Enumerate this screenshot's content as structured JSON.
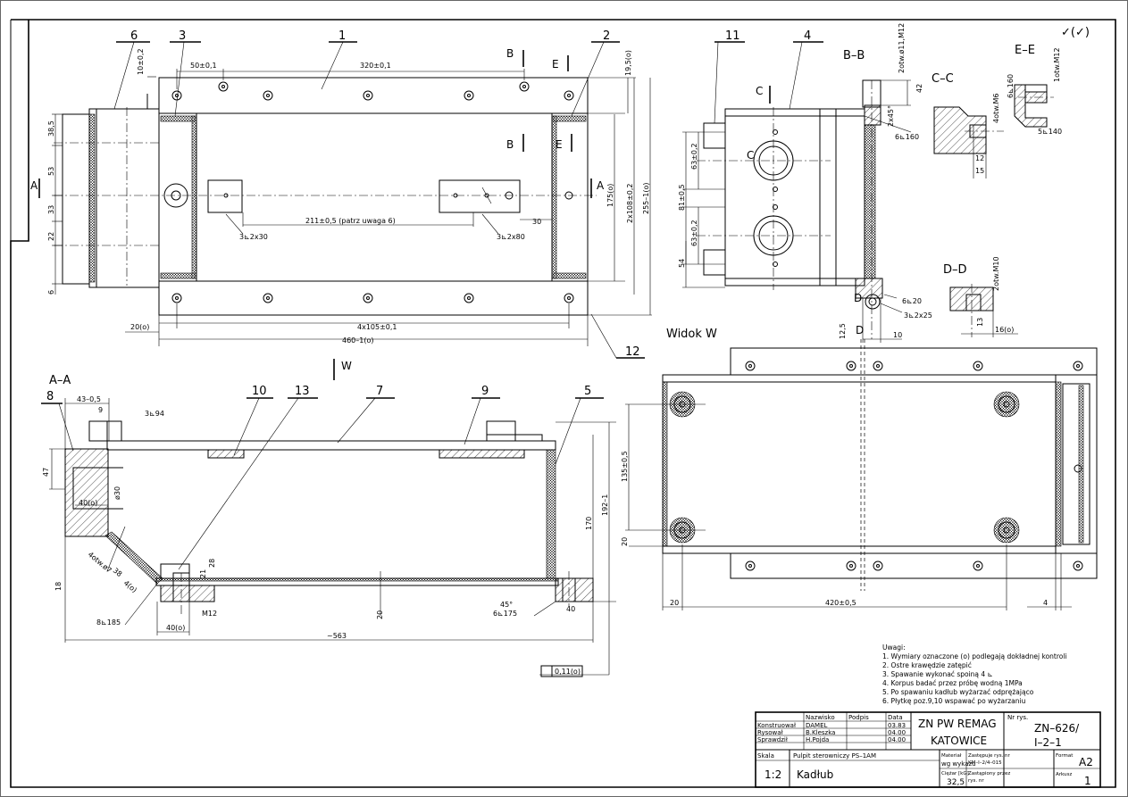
{
  "roughness": "✓(✓)",
  "views": {
    "aa": "A–A",
    "bb": "B–B",
    "cc": "C–C",
    "dd": "D–D",
    "ee": "E–E",
    "w": "Widok  W"
  },
  "cut_marks": {
    "a": "A",
    "b": "B",
    "c": "C",
    "d": "D",
    "e": "E",
    "w": "W"
  },
  "parts": [
    "1",
    "2",
    "3",
    "4",
    "5",
    "6",
    "7",
    "8",
    "9",
    "10",
    "11",
    "12",
    "13"
  ],
  "dims": {
    "d50": "50±0,1",
    "d320": "320±0,1",
    "d10": "10±0,2",
    "d19": "19,5(o)",
    "d385": "38,5",
    "d53": "53",
    "d33": "33",
    "d22": "22",
    "d6": "6",
    "d175": "175(o)",
    "d2x108": "2x108±0,2",
    "d255": "255–1(o)",
    "d211": "211±0,5 (patrz uwaga 6)",
    "w3x30": "3⊾2x30",
    "w3x80": "3⊾2x80",
    "d30": "30",
    "d20o": "20(o)",
    "d4x105": "4x105±0,1",
    "d460": "460–1(o)",
    "d43": "43–0,5",
    "d9": "9",
    "w394": "3⊾94",
    "d47": "47",
    "d40o": "40(o)",
    "d30f": "ø30",
    "d4otw": "4otw.ø7",
    "d38": "38",
    "d4o": "4(o)",
    "d18": "18",
    "w8185": "8⊾185",
    "d40o2": "40(o)",
    "m12": "M12",
    "d28": "28",
    "d21": "21",
    "d20": "20",
    "d563": "~563",
    "d45": "45°",
    "w6175": "6⊾175",
    "d40": "40",
    "d170": "170",
    "d192": "192–1",
    "tol": "0,11(o)",
    "d632a": "63±0,2",
    "d632b": "63±0,2",
    "d815": "81±0,5",
    "d54": "54",
    "w245": "2x45°",
    "w6160": "6⊾160",
    "otw11": "2otw.ø11,M12",
    "d42": "42",
    "w5140": "5⊾140",
    "w6160b": "6⊾160",
    "otw6": "4otw.M6",
    "otw12": "1otw.M12",
    "d12": "12",
    "d15": "15",
    "w620": "6⊾20",
    "w325": "3⊾2x25",
    "d125": "12,5",
    "d10b": "10",
    "otw10": "2otw.M10",
    "d13": "13",
    "d16o": "16(o)",
    "d135": "135±0,5",
    "d20w": "20",
    "d420": "420±0,5",
    "d4": "4"
  },
  "notes": {
    "title": "Uwagi:",
    "items": [
      "1. Wymiary oznaczone (o) podlegają dokładnej kontroli",
      "2. Ostre krawędzie zatępić",
      "3. Spawanie wykonać spoiną 4 ⊾",
      "4. Korpus badać przez próbę wodną 1MPa",
      "5. Po spawaniu kadłub wyżarzać odprężająco",
      "6. Płytkę poz.9,10 wspawać po wyżarzaniu"
    ]
  },
  "title_block": {
    "hdr_nazwisko": "Nazwisko",
    "hdr_podpis": "Podpis",
    "hdr_data": "Data",
    "rows": [
      {
        "role": "Konstruował",
        "name": "DAMEL",
        "date": "03.83"
      },
      {
        "role": "Rysował",
        "name": "B.Kleszka",
        "date": "04.00"
      },
      {
        "role": "Sprawdził",
        "name": "H.Pojda",
        "date": "04.00"
      }
    ],
    "company1": "ZN PW REMAG",
    "company2": "KATOWICE",
    "nr_rys_label": "Nr rys.",
    "nr_rys1": "ZN–626/",
    "nr_rys2": "I–2–1",
    "skala_label": "Skala",
    "skala": "1:2",
    "project": "Pulpit sterowniczy PS–1AM",
    "name": "Kadłub",
    "material_label": "Materiał",
    "material": "wg wykazu",
    "zastapuje_label": "Zastępuje rys. nr",
    "zastapuje": "KM–I–2/4–015",
    "ciezar_label": "Ciężar [kG]",
    "ciezar": "32,5",
    "zastapiony_label": "Zastąpiony przez",
    "zastapiony": "rys. nr",
    "format_label": "Format",
    "format": "A2",
    "arkusz_label": "Arkusz",
    "arkusz": "1"
  }
}
